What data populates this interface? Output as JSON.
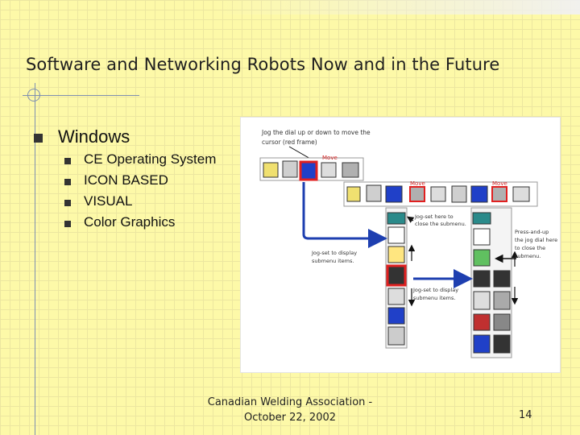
{
  "slide": {
    "title": "Software and Networking Robots Now and in the Future",
    "bullet": "Windows",
    "sub_bullets": [
      "CE Operating System",
      "ICON BASED",
      "VISUAL",
      "Color Graphics"
    ],
    "footer_line1": "Canadian Welding Association -",
    "footer_line2": "October 22, 2002",
    "page_number": "14"
  },
  "diagram": {
    "caption_top_line1": "Jog the dial up or down to move the",
    "caption_top_line2": "cursor (red frame)",
    "move_label": "Move",
    "jog_set_close_line1": "Jog-set here to",
    "jog_set_close_line2": "close the submenu.",
    "jog_set_display_left_line1": "Jog-set to display",
    "jog_set_display_left_line2": "submenu items.",
    "jog_set_display_mid_line1": "Jog-set to display",
    "jog_set_display_mid_line2": "submenu items.",
    "press_line1": "Press-and-up",
    "press_line2": "the jog dial here",
    "press_line3": "to close the",
    "press_line4": "submenu."
  }
}
